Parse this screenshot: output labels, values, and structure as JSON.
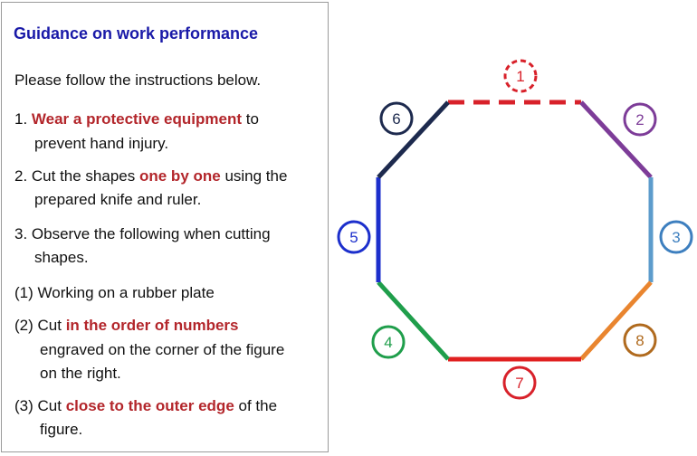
{
  "title": "Guidance on work performance",
  "intro": "Please follow the instructions below.",
  "steps": [
    {
      "l1a": "1. ",
      "l1b": "Wear a protective equipment",
      "l1c": " to",
      "l2": "prevent hand injury."
    },
    {
      "l1a": "2. Cut the shapes ",
      "l1b": "one by one",
      "l1c": " using the",
      "l2": "prepared knife and ruler."
    },
    {
      "l1": "3. Observe the following when cutting",
      "l2": "shapes."
    }
  ],
  "subs": [
    {
      "l1": "(1) Working on a rubber plate"
    },
    {
      "l1a": "(2) Cut ",
      "l1b": "in the order of numbers",
      "l1c": "",
      "l2": "engraved on the corner of the figure",
      "l3": "on the right."
    },
    {
      "l1a": "(3) Cut ",
      "l1b": "close to the outer edge",
      "l1c": " of the",
      "l2": "figure."
    }
  ],
  "figure": {
    "edges": [
      {
        "number": "1",
        "color": "#d8212a",
        "dashed": true
      },
      {
        "number": "2",
        "color": "#7d3c98",
        "dashed": false
      },
      {
        "number": "3",
        "color": "#5d9ccc",
        "dashed": false
      },
      {
        "number": "8",
        "color": "#e9852f",
        "dashed": false
      },
      {
        "number": "7",
        "color": "#e02020",
        "dashed": false
      },
      {
        "number": "4",
        "color": "#1f9e4b",
        "dashed": false
      },
      {
        "number": "5",
        "color": "#1c2fcc",
        "dashed": false
      },
      {
        "number": "6",
        "color": "#1d2a4e",
        "dashed": false
      }
    ],
    "label_colors": {
      "1": "#d8212a",
      "2": "#7d3c98",
      "3": "#3d7fbf",
      "8": "#b06a1e",
      "7": "#d8212a",
      "4": "#1f9e4b",
      "5": "#1c2fcc",
      "6": "#1d2a4e"
    }
  }
}
